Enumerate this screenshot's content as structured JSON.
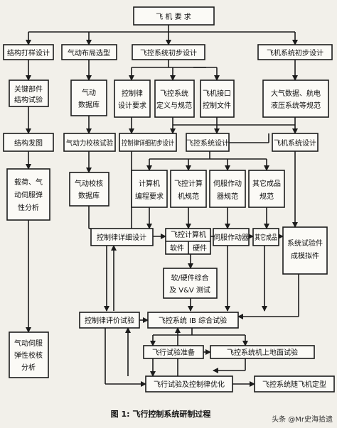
{
  "diagram": {
    "title": "飞 机 要 求",
    "caption": "图 1: 飞行控制系统研制过程",
    "watermark": "头条 @Mr史海拾遗",
    "nodes": {
      "n1": "结构打样设计",
      "n2": "气动布局选型",
      "n3": "飞控系统初步设计",
      "n4": "飞机系统初步设计",
      "n5": [
        "关键部件",
        "结构试验"
      ],
      "n6": [
        "气动",
        "数据库"
      ],
      "n7": [
        "控制律",
        "设计要求"
      ],
      "n8": [
        "飞控系统",
        "定义与规范"
      ],
      "n9": [
        "飞机接口",
        "控制文件"
      ],
      "n10": [
        "大气数据、航电",
        "液压系统等规范"
      ],
      "n11": "结构发图",
      "n12": "气动力校核试验",
      "n13": "控制律详细初步设计",
      "n14": "飞控系统设计",
      "n15": "飞机系统设计",
      "n16": [
        "载荷、气",
        "动伺服弹",
        "性分析"
      ],
      "n17": [
        "气动校核",
        "数据库"
      ],
      "n18": [
        "计算机",
        "编程要求"
      ],
      "n19": [
        "飞控计算",
        "机规范"
      ],
      "n20": [
        "伺服作动",
        "器规范"
      ],
      "n21": [
        "其它成品",
        "规范"
      ],
      "n22": "控制律详细设计",
      "n23": "飞控计算机",
      "n24": "软件",
      "n25": "硬件",
      "n26": "伺服作动器",
      "n27": "其它成品",
      "n28": [
        "系统试验件",
        "成模拟件"
      ],
      "n29": [
        "软/硬件综合",
        "及 V&V 测试"
      ],
      "n30": "控制律评价试验",
      "n31": "飞控系统 IB 综合试验",
      "n32": [
        "气动伺服",
        "弹性校核",
        "分析"
      ],
      "n33": "飞行试验准备",
      "n34": "飞控系统机上地面试验",
      "n35": "飞行试验及控制律优化",
      "n36": "飞控系统随飞机定型"
    }
  }
}
